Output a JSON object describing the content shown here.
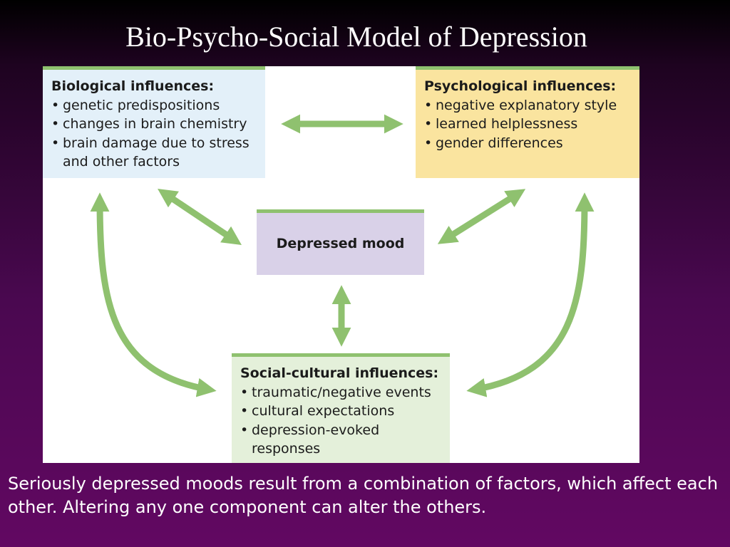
{
  "slide": {
    "title": "Bio-Psycho-Social Model of Depression",
    "caption": "Seriously depressed moods result from a combination of factors, which affect each other. Altering any one component can alter the others."
  },
  "diagram": {
    "biological": {
      "title": "Biological influences:",
      "items": [
        "genetic predispositions",
        "changes in brain chemistry",
        "brain damage due to stress and other factors"
      ]
    },
    "psychological": {
      "title": "Psychological influences:",
      "items": [
        "negative explanatory style",
        "learned helplessness",
        "gender differences"
      ]
    },
    "center": {
      "label": "Depressed mood"
    },
    "social": {
      "title": "Social-cultural influences:",
      "items": [
        "traumatic/negative events",
        "cultural expectations",
        "depression-evoked responses"
      ]
    }
  },
  "colors": {
    "background_top": "#000000",
    "background_bottom": "#620862",
    "arrow": "#8fc16f",
    "biological_box": "#e3f0f9",
    "psychological_box": "#fae49f",
    "center_box": "#d9d1e8",
    "social_box": "#e4f0da"
  }
}
